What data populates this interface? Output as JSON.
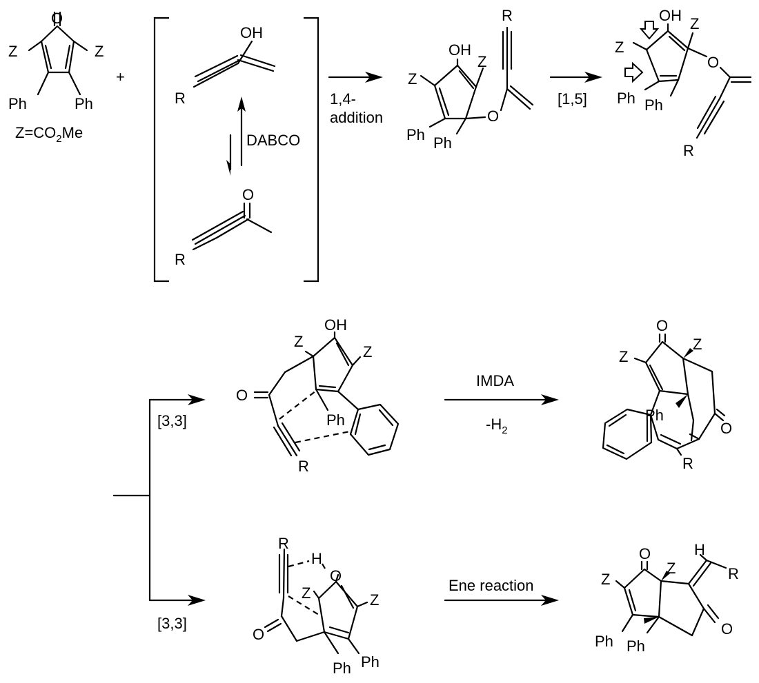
{
  "atoms": {
    "O": "O",
    "OH": "OH",
    "Z": "Z",
    "Ph": "Ph",
    "R": "R",
    "H": "H"
  },
  "legend": {
    "z_prefix": "Z=CO",
    "z_sub": "2",
    "z_suffix": "Me"
  },
  "plus": "+",
  "steps": {
    "dabco": "DABCO",
    "addition_line1": "1,4-",
    "addition_line2": "addition",
    "shift": "[1,5]",
    "sigma_top": "[3,3]",
    "sigma_bottom": "[3,3]",
    "imda": "IMDA",
    "h2_prefix": "-H",
    "h2_sub": "2",
    "ene": "Ene reaction"
  }
}
